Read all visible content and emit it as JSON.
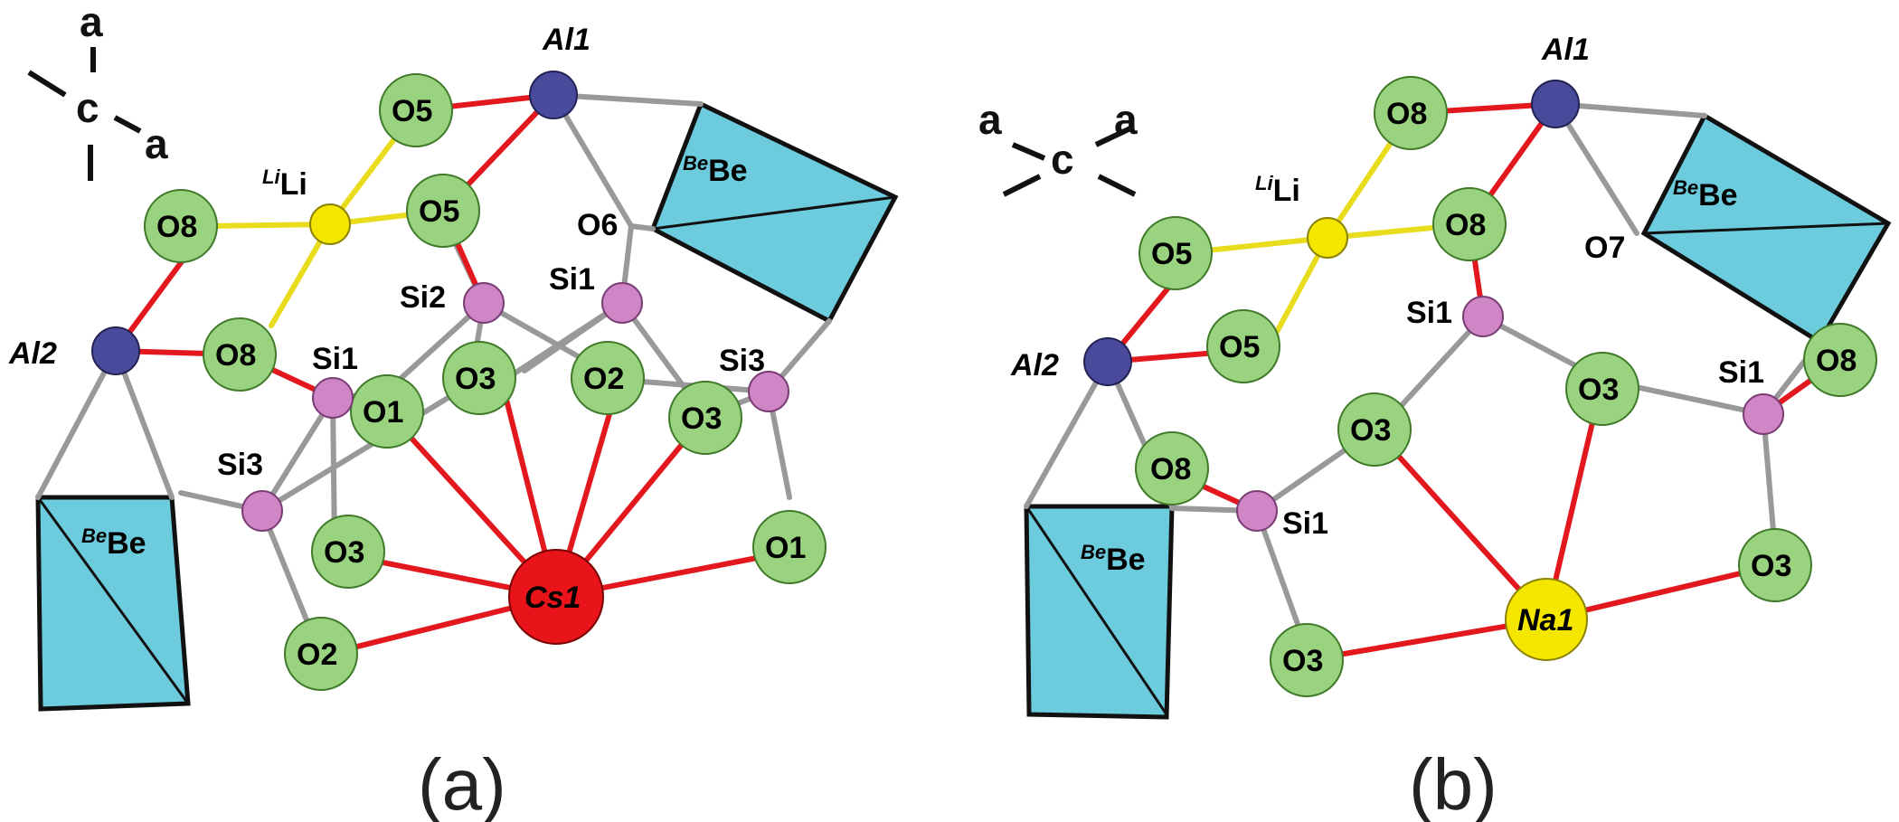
{
  "panels": [
    {
      "caption": "(a)",
      "axes": {
        "top": "a",
        "center": "c",
        "right": "a"
      },
      "labels": {
        "al1": "Al1",
        "al2": "Al2",
        "li": "Li",
        "li_sup": "Li",
        "be_top": "Be",
        "be_top_sup": "Be",
        "be_bottom": "Be",
        "be_bottom_sup": "Be",
        "o5_top": "O5",
        "o5_mid": "O5",
        "o8_left": "O8",
        "o8_mid": "O8",
        "o6": "O6",
        "si1_upper": "Si1",
        "si2": "Si2",
        "si1_lower": "Si1",
        "si3_right": "Si3",
        "si3_left": "Si3",
        "o3_center": "O3",
        "o2_center": "O2",
        "o1_center": "O1",
        "o3_right": "O3",
        "o3_lower": "O3",
        "o1_right": "O1",
        "o2_lower": "O2",
        "cs1": "Cs1"
      }
    },
    {
      "caption": "(b)",
      "axes": {
        "left": "a",
        "center": "c",
        "right": "a"
      },
      "labels": {
        "al1": "Al1",
        "al2": "Al2",
        "li": "Li",
        "li_sup": "Li",
        "be_top": "Be",
        "be_top_sup": "Be",
        "be_bottom": "Be",
        "be_bottom_sup": "Be",
        "o8_top": "O8",
        "o8_mid": "O8",
        "o5_left": "O5",
        "o5_lower": "O5",
        "o7": "O7",
        "si1_top": "Si1",
        "o3_center": "O3",
        "si1_right": "Si1",
        "o8_right": "O8",
        "o3_left": "O3",
        "o8_small": "O8",
        "si1_left": "Si1",
        "o3_lower_right": "O3",
        "na1": "Na1",
        "o3_bottom": "O3"
      }
    }
  ],
  "colors": {
    "oxygen": "#9ad37f",
    "silicon": "#cf86c6",
    "aluminium": "#4a4a9c",
    "lithium": "#f5e600",
    "cesium": "#e8141a",
    "sodium": "#f5e600",
    "polyhedron": "#6ccbdc",
    "bond_red": "#e3181f",
    "bond_yellow": "#e8dc1c",
    "bond_grey": "#999999"
  }
}
